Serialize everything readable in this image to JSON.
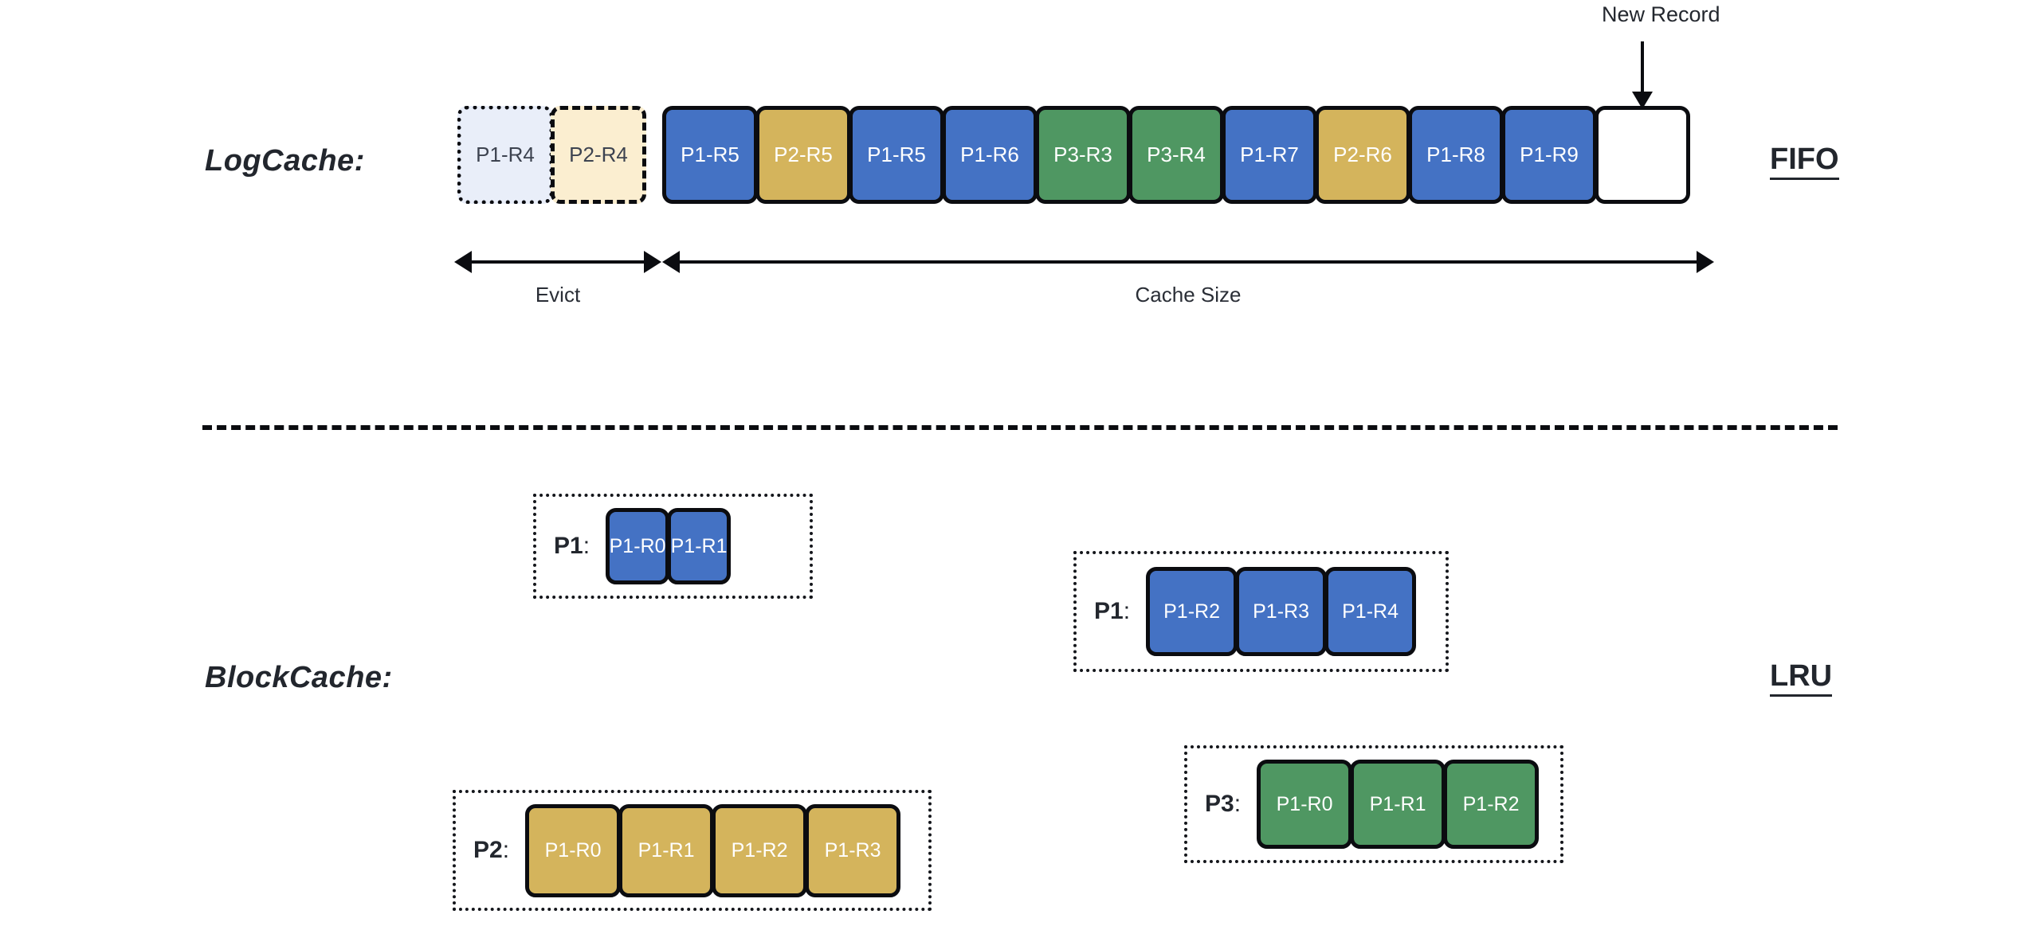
{
  "diagram": {
    "title_logcache": "LogCache:",
    "title_blockcache": "BlockCache:",
    "policy_fifo": "FIFO",
    "policy_lru": "LRU"
  },
  "colors": {
    "blue": "#4472C4",
    "gold": "#D4B45C",
    "green": "#4F9762",
    "ghost_blue_fill": "#E9EEF9",
    "ghost_gold_fill": "#FBEED0",
    "outline": "#0B0C10",
    "text_dark": "#23272E"
  },
  "logcache": {
    "evicted": [
      {
        "label": "P1-R4",
        "style": "ghost-dotted"
      },
      {
        "label": "P2-R4",
        "style": "ghost-dashed"
      }
    ],
    "records": [
      {
        "label": "P1-R5",
        "color": "blue"
      },
      {
        "label": "P2-R5",
        "color": "gold"
      },
      {
        "label": "P1-R5",
        "color": "blue"
      },
      {
        "label": "P1-R6",
        "color": "blue"
      },
      {
        "label": "P3-R3",
        "color": "green"
      },
      {
        "label": "P3-R4",
        "color": "green"
      },
      {
        "label": "P1-R7",
        "color": "blue"
      },
      {
        "label": "P2-R6",
        "color": "gold"
      },
      {
        "label": "P1-R8",
        "color": "blue"
      },
      {
        "label": "P1-R9",
        "color": "blue"
      },
      {
        "label": "",
        "color": "empty"
      }
    ],
    "measures": {
      "evict": "Evict",
      "cache_size": "Cache Size"
    },
    "callout": {
      "new_record": "New Record"
    }
  },
  "blockcache": {
    "groups": [
      {
        "name": "P1",
        "label": "P1",
        "colon": ":",
        "color": "blue",
        "blocks": [
          "P1-R0",
          "P1-R1"
        ]
      },
      {
        "name": "P1",
        "label": "P1",
        "colon": ":",
        "color": "blue",
        "blocks": [
          "P1-R2",
          "P1-R3",
          "P1-R4"
        ]
      },
      {
        "name": "P2",
        "label": "P2",
        "colon": ":",
        "color": "gold",
        "blocks": [
          "P1-R0",
          "P1-R1",
          "P1-R2",
          "P1-R3"
        ]
      },
      {
        "name": "P3",
        "label": "P3",
        "colon": ":",
        "color": "green",
        "blocks": [
          "P1-R0",
          "P1-R1",
          "P1-R2"
        ]
      }
    ]
  }
}
